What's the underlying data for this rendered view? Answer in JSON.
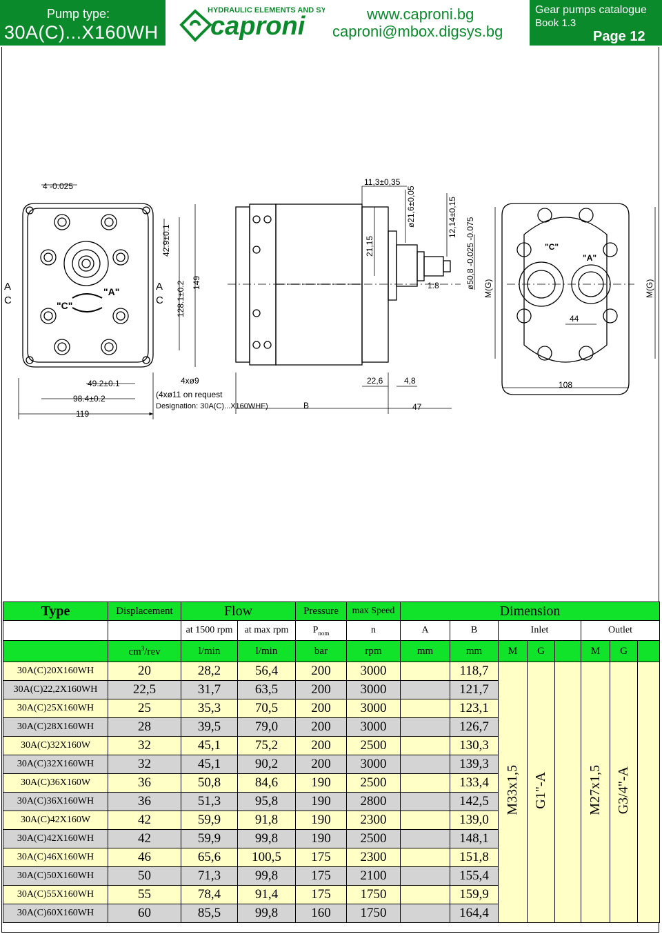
{
  "header": {
    "pump_label": "Pump type:",
    "model": "30A(C)...X160WH",
    "logo_tagline": "HYDRAULIC ELEMENTS AND SYSTEMS",
    "logo_name": "caproni",
    "website": "www.caproni.bg",
    "email": "caproni@mbox.digsys.bg",
    "catalogue": "Gear pumps catalogue",
    "book": "Book 1.3",
    "page": "Page 12"
  },
  "colors": {
    "brand_green": "#0b8a2c",
    "table_green": "#11e22a",
    "row_yellow": "#ffffc6",
    "row_grey": "#d4d4d4"
  },
  "drawing": {
    "labels": {
      "d4": "4 -0.025",
      "d11": "11,3±0,35",
      "d21_6": "ø21,6±0,05",
      "d12_14": "12,14±0,15",
      "d21_15": "21,15",
      "d42": "42.9±0.1",
      "d128": "128.1±0.2",
      "d149": "149",
      "dshaft": "ø50,8 -0.025 -0.075",
      "taper": "1:8",
      "mg": "M(G)",
      "d44": "44",
      "d49": "49.2±0.1",
      "d98": "98.4±0.2",
      "d119": "119",
      "holes": "4xø9",
      "holes_req": "(4xø11 on request",
      "designation": "Designation: 30A(C)...X160WHF)",
      "b": "B",
      "d22": "22,6",
      "d48": "4,8",
      "d47": "47",
      "d108": "108",
      "port_a": "A",
      "port_c": "C",
      "rot_c": "\"C\"",
      "rot_a": "\"A\""
    }
  },
  "table": {
    "h1": {
      "type": "Type",
      "displacement": "Displacement",
      "flow": "Flow",
      "pressure": "Pressure",
      "speed": "max Speed",
      "dimension": "Dimension"
    },
    "h2": {
      "flow1500": "at 1500 rpm",
      "flowmax": "at max rpm",
      "pnom": "P",
      "pnom_sub": "nom",
      "n": "n",
      "a": "A",
      "b": "B",
      "inlet": "Inlet",
      "outlet": "Outlet"
    },
    "h3": {
      "disp": "cm",
      "disp_sup": "3",
      "disp_tail": "/rev",
      "flow1": "l/min",
      "flow2": "l/min",
      "press": "bar",
      "rpm": "rpm",
      "mm_a": "mm",
      "mm_b": "mm",
      "m1": "M",
      "g1": "G",
      "m2": "M",
      "g2": "G"
    },
    "rows": [
      [
        "30A(C)20X160WH",
        "20",
        "28,2",
        "56,4",
        "200",
        "3000",
        "",
        "118,7"
      ],
      [
        "30A(C)22,2X160WH",
        "22,5",
        "31,7",
        "63,5",
        "200",
        "3000",
        "",
        "121,7"
      ],
      [
        "30A(C)25X160WH",
        "25",
        "35,3",
        "70,5",
        "200",
        "3000",
        "",
        "123,1"
      ],
      [
        "30A(C)28X160WH",
        "28",
        "39,5",
        "79,0",
        "200",
        "3000",
        "",
        "126,7"
      ],
      [
        "30A(C)32X160W",
        "32",
        "45,1",
        "75,2",
        "200",
        "2500",
        "",
        "130,3"
      ],
      [
        "30A(C)32X160WH",
        "32",
        "45,1",
        "90,2",
        "200",
        "3000",
        "",
        "139,3"
      ],
      [
        "30A(C)36X160W",
        "36",
        "50,8",
        "84,6",
        "190",
        "2500",
        "",
        "133,4"
      ],
      [
        "30A(C)36X160WH",
        "36",
        "51,3",
        "95,8",
        "190",
        "2800",
        "",
        "142,5"
      ],
      [
        "30A(C)42X160W",
        "42",
        "59,9",
        "91,8",
        "190",
        "2300",
        "",
        "139,0"
      ],
      [
        "30A(C)42X160WH",
        "42",
        "59,9",
        "99,8",
        "190",
        "2500",
        "",
        "148,1"
      ],
      [
        "30A(C)46X160WH",
        "46",
        "65,6",
        "100,5",
        "175",
        "2300",
        "",
        "151,8"
      ],
      [
        "30A(C)50X160WH",
        "50",
        "71,3",
        "99,8",
        "175",
        "2100",
        "",
        "155,4"
      ],
      [
        "30A(C)55X160WH",
        "55",
        "78,4",
        "91,4",
        "175",
        "1750",
        "",
        "159,9"
      ],
      [
        "30A(C)60X160WH",
        "60",
        "85,5",
        "99,8",
        "160",
        "1750",
        "",
        "164,4"
      ]
    ],
    "dims": {
      "inlet_m": "M33x1,5",
      "inlet_g": "G1\"-A",
      "outlet_m": "M27x1,5",
      "outlet_g": "G3/4\"-A"
    }
  }
}
